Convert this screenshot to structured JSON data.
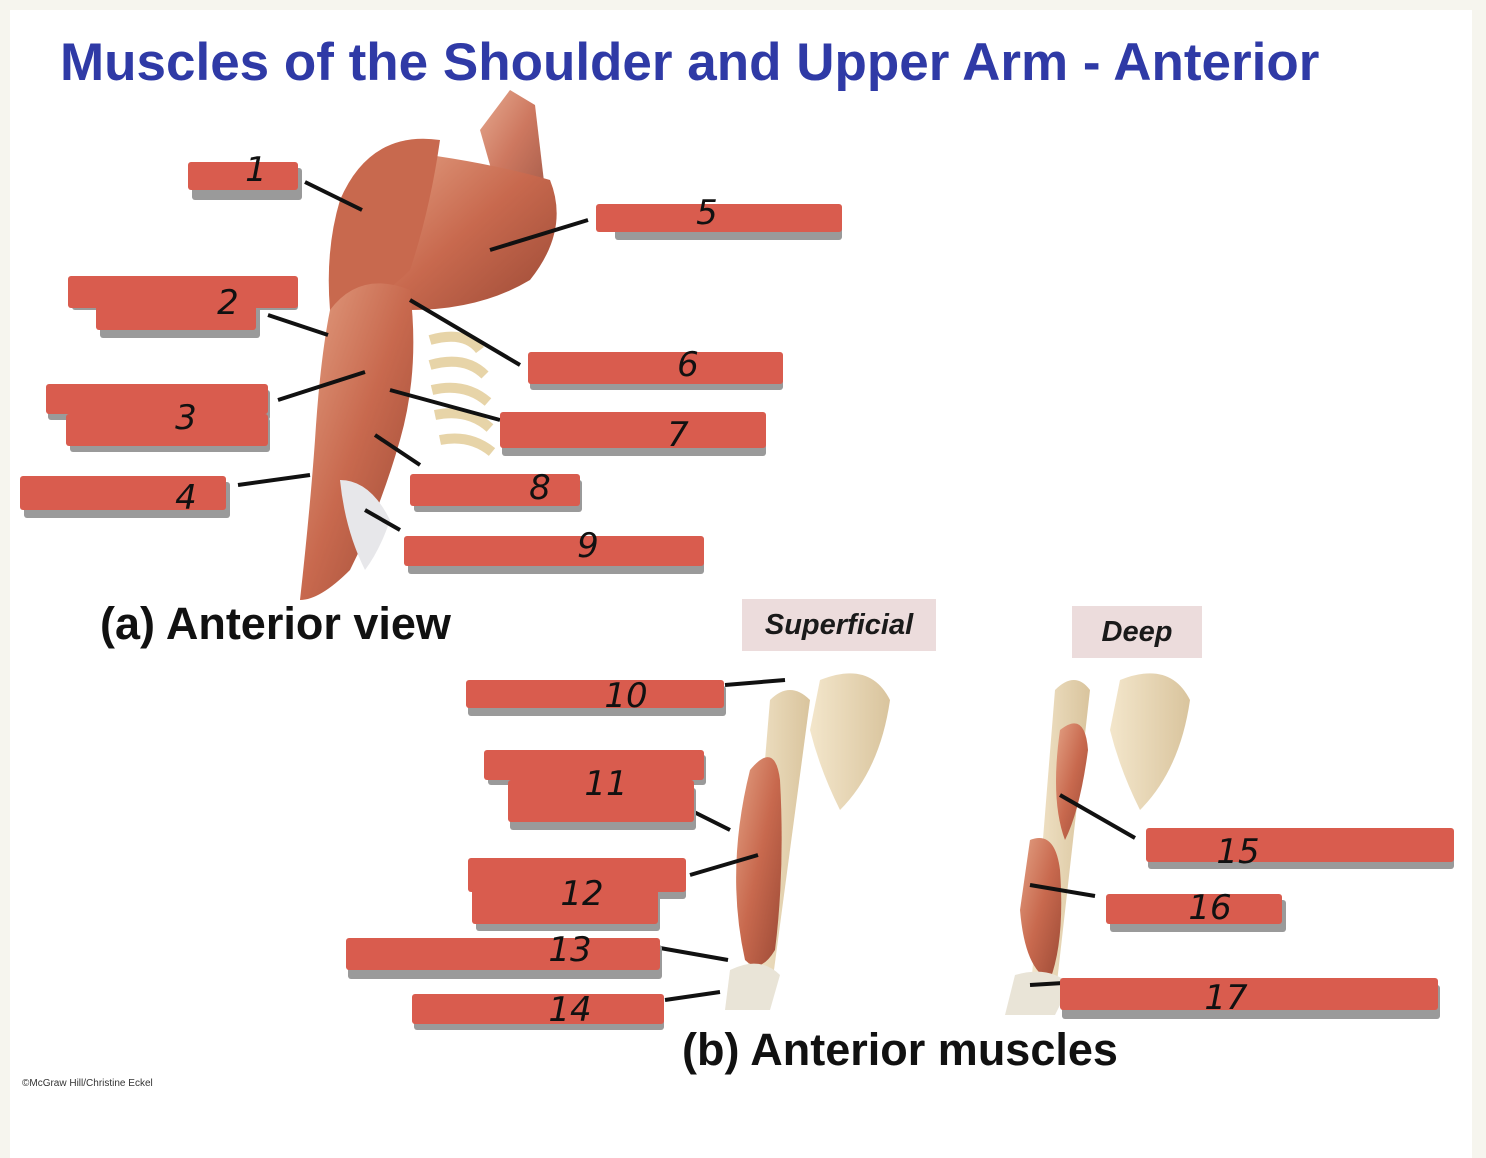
{
  "title": "Muscles of the Shoulder and Upper Arm - Anterior",
  "captions": {
    "anterior_view": "(a) Anterior view",
    "anterior_muscles": "(b) Anterior muscles"
  },
  "tags": {
    "superficial": "Superficial",
    "deep": "Deep"
  },
  "credit": "©McGraw Hill/Christine Eckel",
  "label_numbers": [
    "1",
    "2",
    "3",
    "4",
    "5",
    "6",
    "7",
    "8",
    "9",
    "10",
    "11",
    "12",
    "13",
    "14",
    "15",
    "16",
    "17"
  ],
  "colors": {
    "title": "#2f3aa6",
    "redaction": "#d95c4e",
    "muscle": "#c96a4f",
    "bone": "#ecdcbf"
  }
}
